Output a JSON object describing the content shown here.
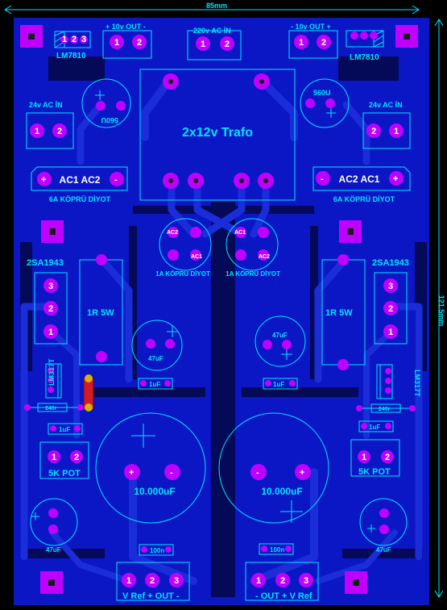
{
  "board": {
    "width_dim": "85mm",
    "height_dim": "121.5mm",
    "colors": {
      "background": "#000000",
      "board": "#0b16c4",
      "trace": "#1a2dd8",
      "silk": "#00e5ff",
      "pad": "#c000ff"
    }
  },
  "labels": {
    "out_pos": "+ 10v OUT -",
    "ac220": "220v AC İN",
    "out_neg": "- 10v OUT +",
    "lm_left": "LM7810",
    "lm_right": "LM7810",
    "ac24_left": "24v AC İN",
    "ac24_right": "24v AC İN",
    "cap560_left": "560U",
    "cap560_right": "560U",
    "trafo": "2x12v Trafo",
    "bridge6_left": "AC1 AC2",
    "bridge6_right": "AC2 AC1",
    "bridge6_left_caption": "6A KÖPRÜ DİYOT",
    "bridge6_right_caption": "6A KÖPRÜ DİYOT",
    "bridge1_left_caption": "1A KÖPRÜ DİYOT",
    "bridge1_right_caption": "1A KÖPRÜ DİYOT",
    "bridge1_ac2": "AC2",
    "bridge1_ac1": "AC1",
    "tr_left": "2SA1943",
    "tr_right": "2SA1943",
    "res_left": "1R 5W",
    "res_right": "1R 5W",
    "cap47_left": "47uF",
    "cap47_right": "47uF",
    "cap1u": "1uF",
    "lm317_left": "LM317T",
    "lm317_right": "LM317T",
    "r240": "240r",
    "pot_left": "5K POT",
    "pot_right": "5K POT",
    "bigcap_left": "10.000uF",
    "bigcap_right": "10.000uF",
    "cap47_bl": "47uF",
    "cap47_br": "47uF",
    "c100n": "100n",
    "out_left": "V Ref  + OUT -",
    "out_right": "- OUT +  V Ref"
  },
  "pin_numbers": {
    "one": "1",
    "two": "2",
    "three": "3",
    "plus": "+",
    "minus": "-"
  }
}
